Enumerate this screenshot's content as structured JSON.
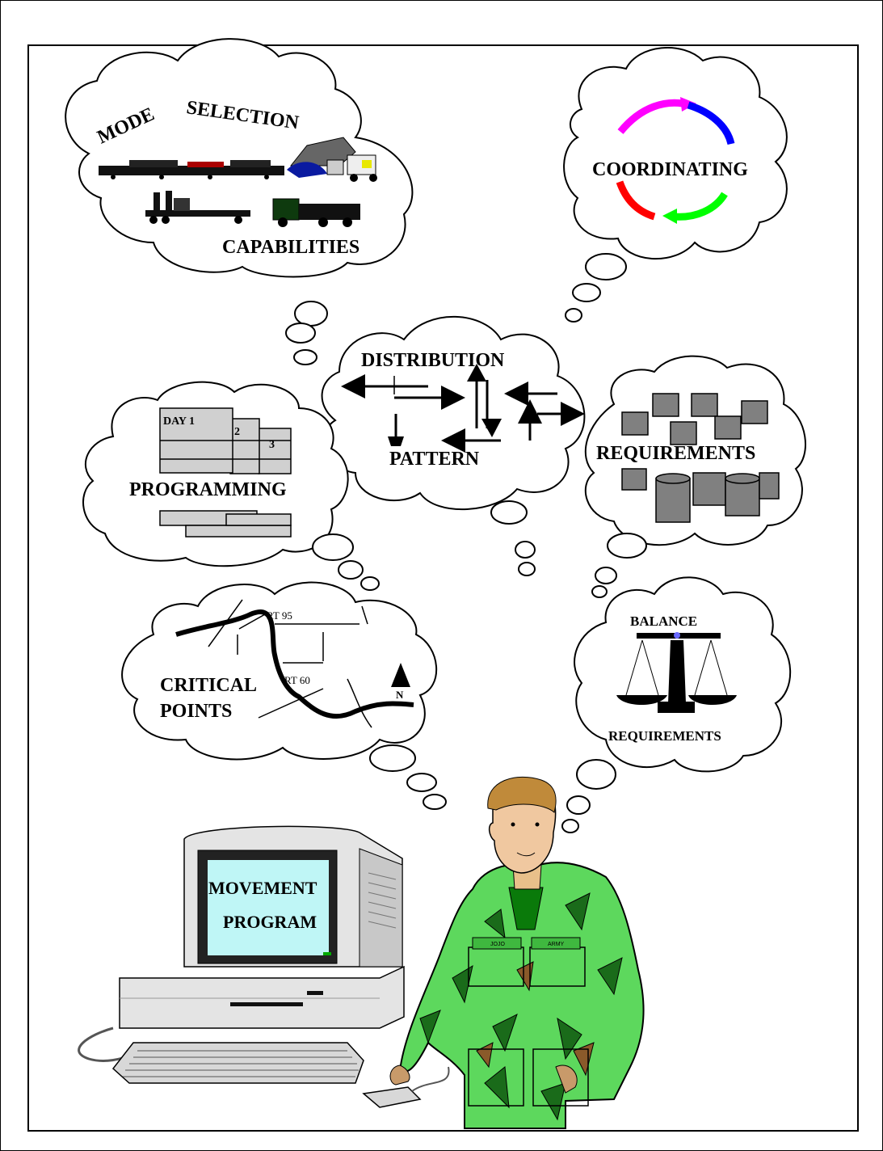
{
  "clouds": {
    "mode_selection": {
      "word1": "MODE",
      "word2": "SELECTION",
      "caption": "CAPABILITIES"
    },
    "coordinating": {
      "label": "COORDINATING"
    },
    "distribution": {
      "line1": "DISTRIBUTION",
      "line2": "PATTERN"
    },
    "programming": {
      "day1": "DAY 1",
      "day2": "2",
      "day3": "3",
      "label": "PROGRAMMING"
    },
    "requirements": {
      "label": "REQUIREMENTS"
    },
    "critical_points": {
      "line1": "CRITICAL",
      "line2": "POINTS",
      "route1": "RT 95",
      "route2": "RT 60",
      "north": "N"
    },
    "balance": {
      "title": "BALANCE",
      "caption": "REQUIREMENTS"
    }
  },
  "computer": {
    "screen_line1": "MOVEMENT",
    "screen_line2": "PROGRAM"
  },
  "soldier": {
    "tape_name": "JOJO",
    "tape_service": "ARMY"
  },
  "colors": {
    "screen": "#bff6f6",
    "uniform": "#5dd85d",
    "arrow_magenta": "#ff00ff",
    "arrow_blue": "#0000ff",
    "arrow_red": "#ff0000",
    "arrow_green": "#00ff00",
    "drum": "#808080"
  }
}
